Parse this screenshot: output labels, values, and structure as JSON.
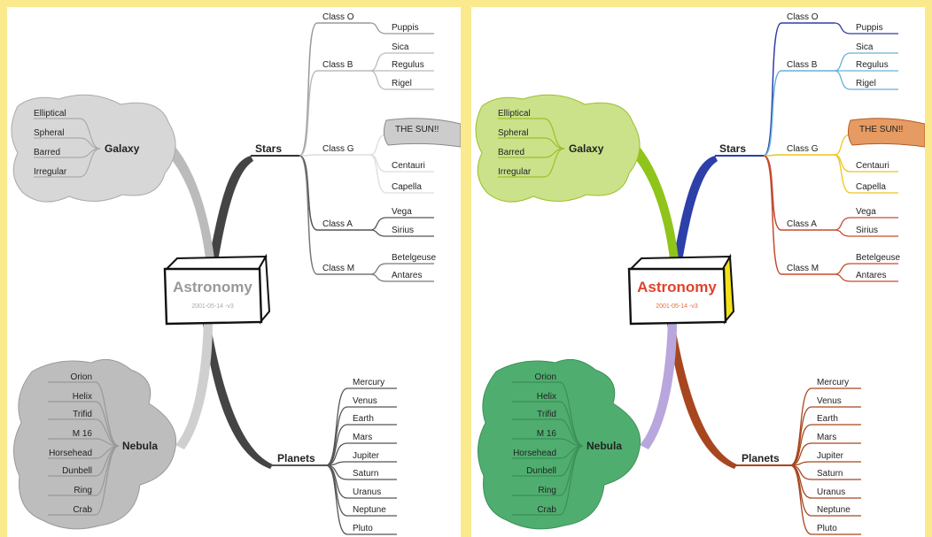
{
  "maps": [
    {
      "id": "grayscale",
      "colors": {
        "title": "#999999",
        "subtitle": "#aaaaaa",
        "box_side": "#ffffff",
        "trunk_stars": "#444444",
        "trunk_planets": "#444444",
        "trunk_galaxy": "#bbbbbb",
        "trunk_nebula": "#cfcfcf",
        "galaxy_fill": "#d7d7d7",
        "galaxy_line": "#aaaaaa",
        "nebula_fill": "#bdbdbd",
        "nebula_line": "#999999",
        "sun_fill": "#cccccc",
        "sun_line": "#888888",
        "class_o": "#999999",
        "class_b": "#bbbbbb",
        "class_g": "#dddddd",
        "class_a": "#555555",
        "class_m": "#777777",
        "planets": "#555555",
        "stars_line": "#333333",
        "nebula_labels": "#222222",
        "galaxy_labels": "#222222"
      }
    },
    {
      "id": "color",
      "colors": {
        "title": "#e0432c",
        "subtitle": "#e07040",
        "box_side": "#f2e21a",
        "trunk_stars": "#2d3fa8",
        "trunk_planets": "#a8461f",
        "trunk_galaxy": "#8fc41a",
        "trunk_nebula": "#b9a6dd",
        "galaxy_fill": "#cbe28a",
        "galaxy_line": "#9cbf2a",
        "nebula_fill": "#4fae6f",
        "nebula_line": "#3b8f58",
        "sun_fill": "#e69b63",
        "sun_line": "#b35a22",
        "class_o": "#2d3fa8",
        "class_b": "#63b2d8",
        "class_g": "#ecc41e",
        "class_a": "#c54a2e",
        "class_m": "#c54a2e",
        "planets": "#a8461f",
        "stars_line": "#2d3fa8",
        "nebula_labels": "#ffffff",
        "galaxy_labels": "#222222"
      }
    }
  ],
  "center": {
    "title": "Astronomy",
    "subtitle": "2001-05-14 -v3"
  },
  "stars": {
    "label": "Stars",
    "classes": [
      {
        "label": "Class O",
        "items": [
          "Puppis"
        ]
      },
      {
        "label": "Class B",
        "items": [
          "Sica",
          "Regulus",
          "Rigel"
        ]
      },
      {
        "label": "Class G",
        "items": [
          "THE SUN!!",
          "Centauri",
          "Capella"
        ]
      },
      {
        "label": "Class A",
        "items": [
          "Vega",
          "Sirius"
        ]
      },
      {
        "label": "Class M",
        "items": [
          "Betelgeuse",
          "Antares"
        ]
      }
    ]
  },
  "galaxy": {
    "label": "Galaxy",
    "items": [
      "Elliptical",
      "Spheral",
      "Barred",
      "Irregular"
    ]
  },
  "nebula": {
    "label": "Nebula",
    "items": [
      "Orion",
      "Helix",
      "Trifid",
      "M 16",
      "Horsehead",
      "Dunbell",
      "Ring",
      "Crab"
    ]
  },
  "planets": {
    "label": "Planets",
    "items": [
      "Mercury",
      "Venus",
      "Earth",
      "Mars",
      "Jupiter",
      "Saturn",
      "Uranus",
      "Neptune",
      "Pluto"
    ]
  }
}
